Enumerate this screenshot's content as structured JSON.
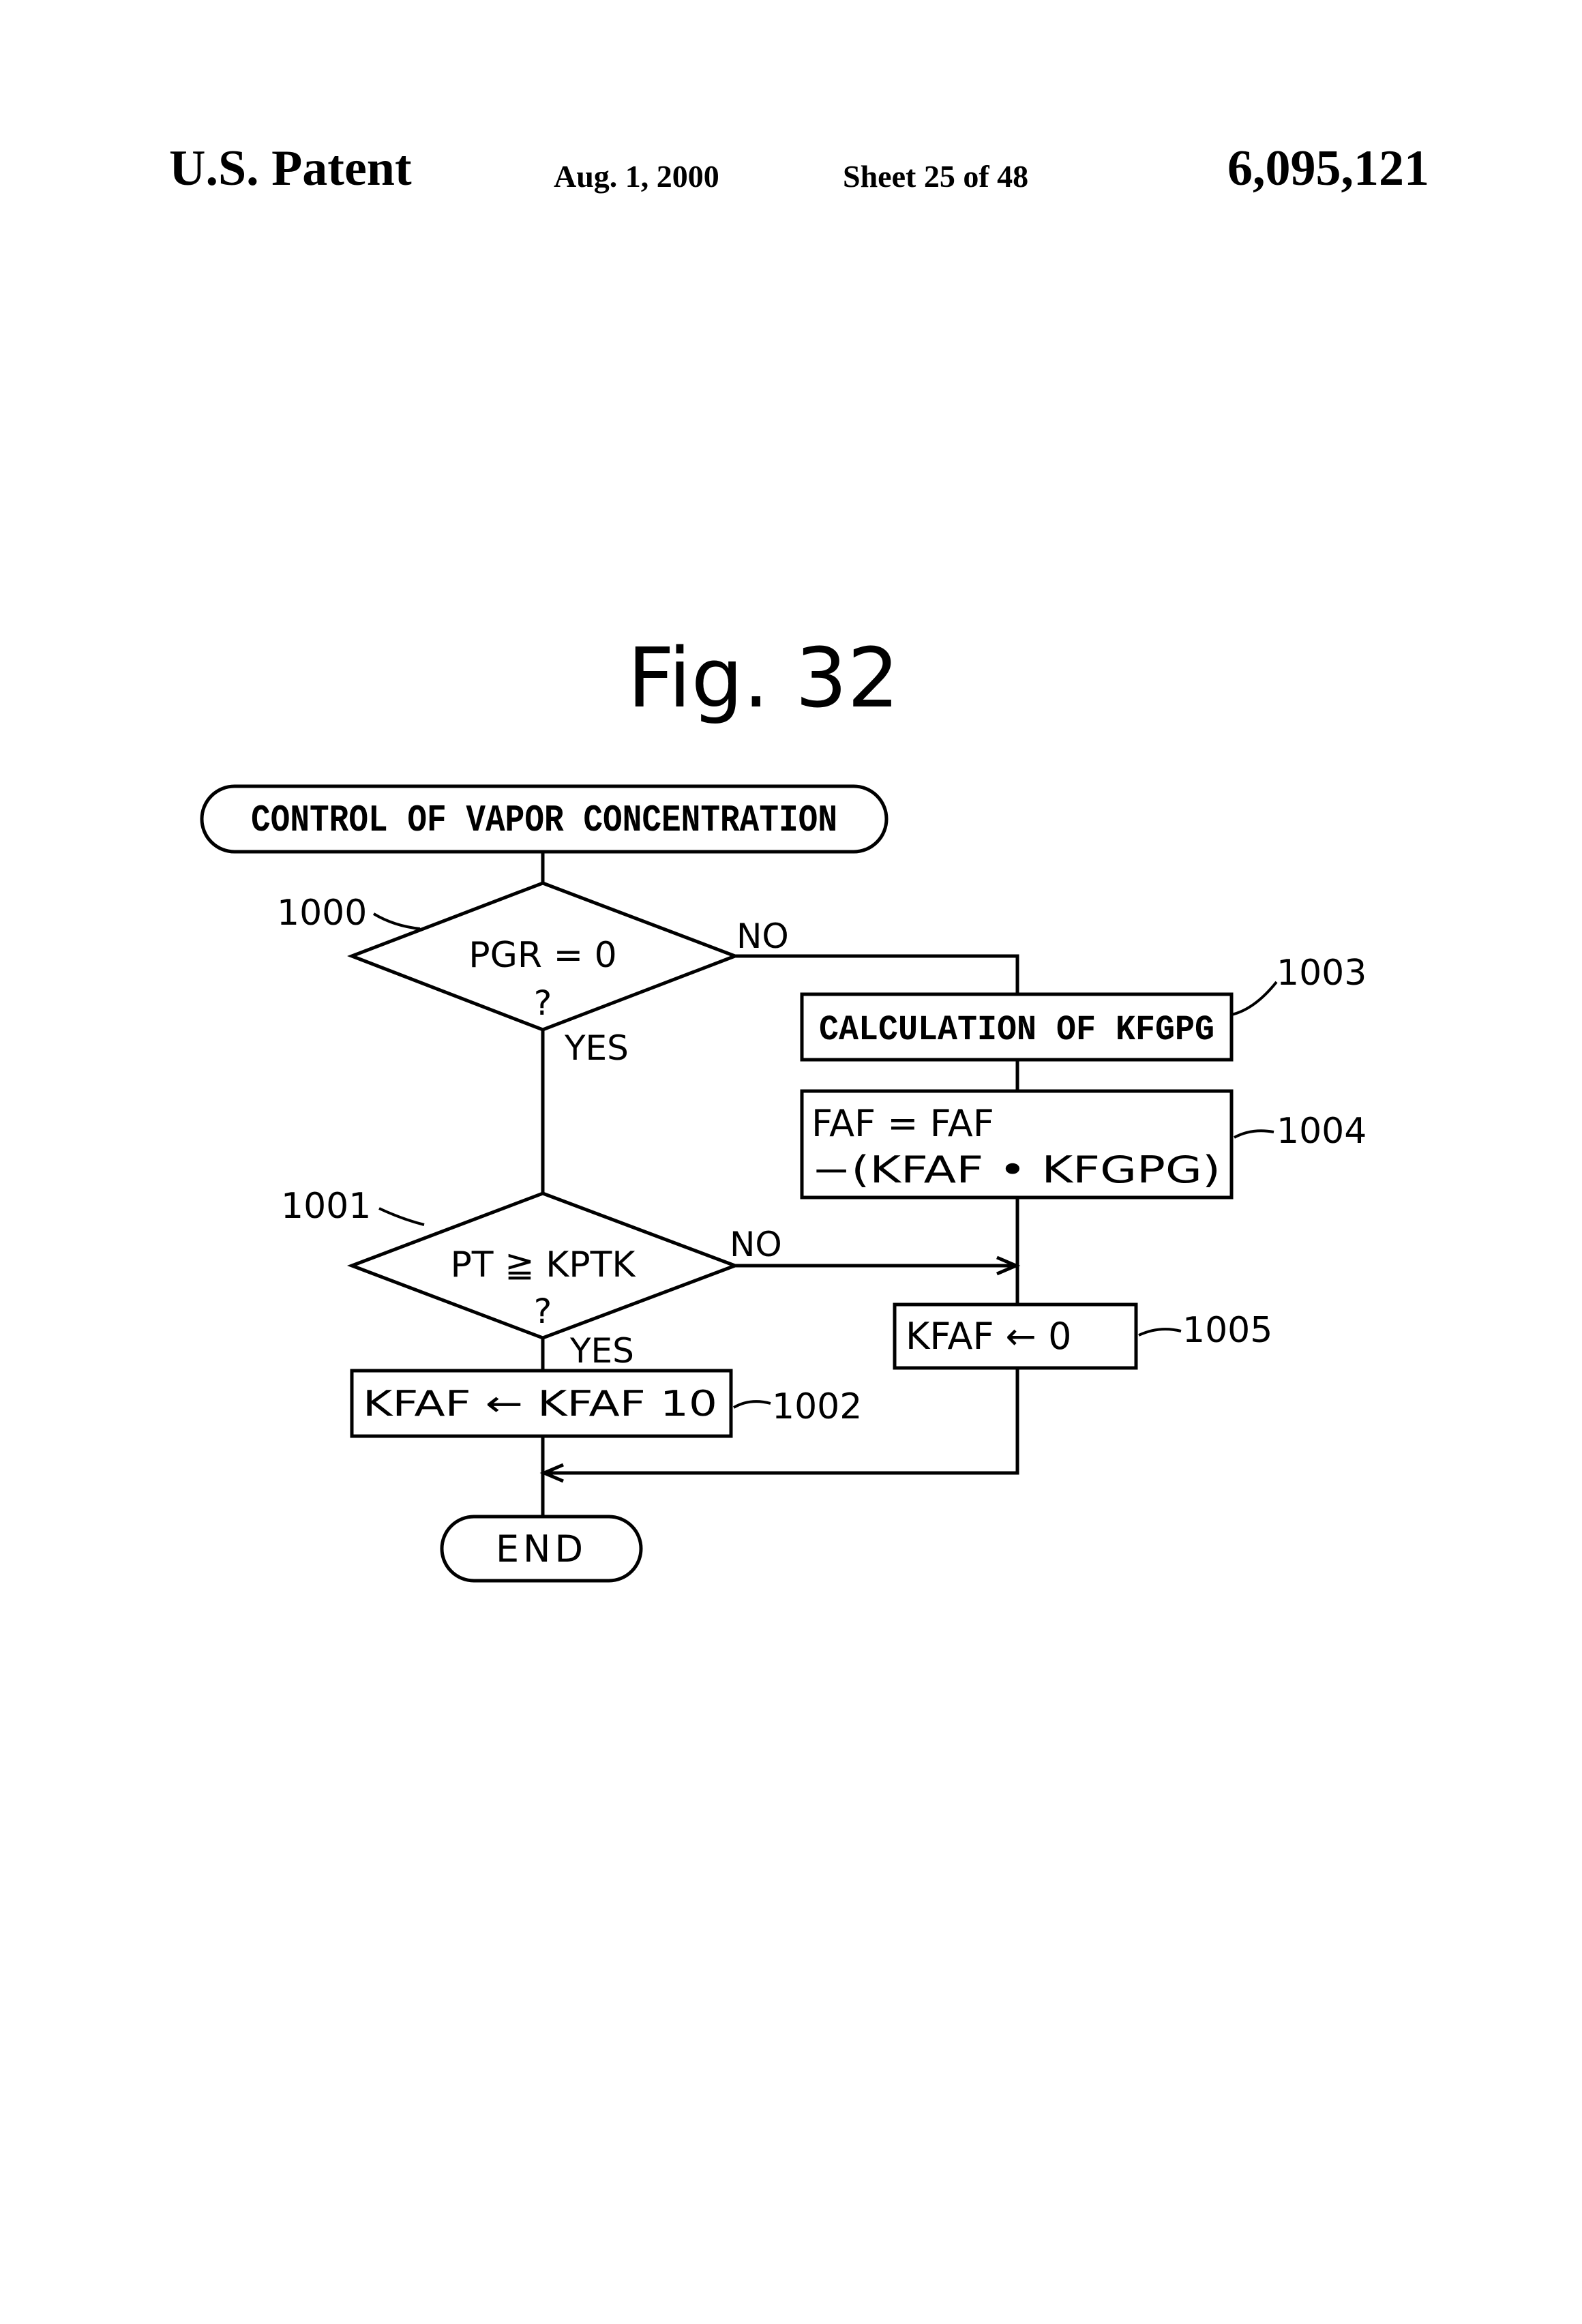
{
  "header": {
    "left": "U.S. Patent",
    "date": "Aug. 1, 2000",
    "sheet": "Sheet 25 of 48",
    "number": "6,095,121"
  },
  "figure": {
    "title": "Fig. 32",
    "start": "CONTROL OF VAPOR CONCENTRATION",
    "decision_1000": {
      "line1": "PGR = 0",
      "line2": "?",
      "ref": "1000",
      "no": "NO",
      "yes": "YES"
    },
    "decision_1001": {
      "line1": "PT ≧ KPTK",
      "line2": "?",
      "ref": "1001",
      "no": "NO",
      "yes": "YES"
    },
    "step_1002": {
      "text": "KFAF ← KFAF 10",
      "ref": "1002"
    },
    "step_1003": {
      "text": "CALCULATION OF KFGPG",
      "ref": "1003"
    },
    "step_1004": {
      "line1": "FAF = FAF",
      "line2": "−(KFAF • KFGPG)",
      "ref": "1004"
    },
    "step_1005": {
      "text": "KFAF ← 0",
      "ref": "1005"
    },
    "end": "END"
  }
}
